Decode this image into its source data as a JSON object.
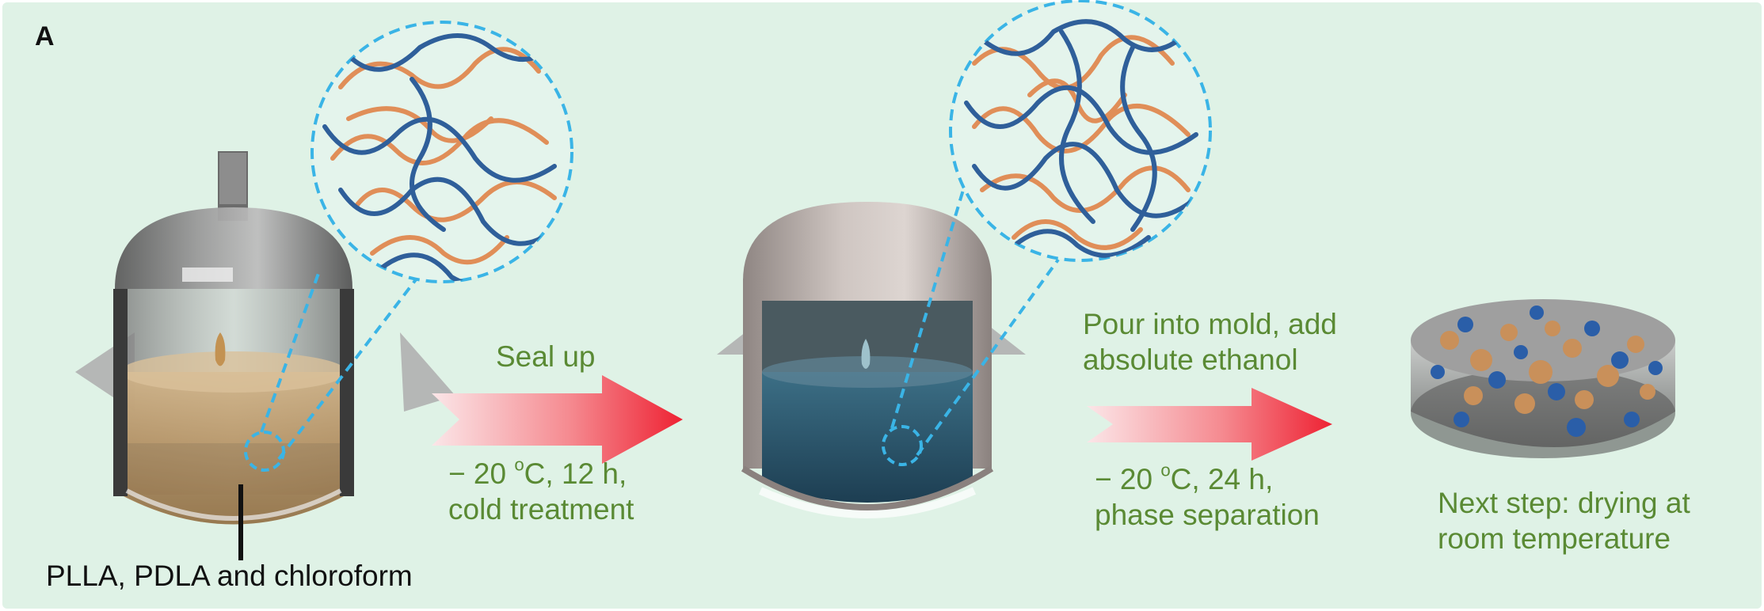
{
  "panel_label": "A",
  "solution_label": "PLLA, PDLA and chloroform",
  "step1": {
    "top": "Seal up",
    "bottom_temp_prefix": "− 20 ",
    "bottom_temp_sup": "o",
    "bottom_temp_suffix": "C, 12 h,",
    "bottom_line2": "cold treatment"
  },
  "step2": {
    "top_line1": "Pour into mold, add",
    "top_line2": "absolute ethanol",
    "bottom_temp_prefix": "− 20 ",
    "bottom_temp_sup": "o",
    "bottom_temp_suffix": "C, 24 h,",
    "bottom_line2": "phase separation"
  },
  "next_step": {
    "line1": "Next step: drying at",
    "line2": "room temperature"
  },
  "colors": {
    "background": "#dff2e6",
    "label_green": "#5a8a34",
    "arrow_red": "#ef2b3a",
    "zoom_dash": "#3ab4e6",
    "chain_orange": "#e08e58",
    "chain_blue": "#2f5f9a",
    "solution_amber": "#b98d55",
    "solution_blue": "#2b5a6e"
  },
  "icons": [
    "reactor-vessel-icon",
    "sealed-vessel-icon",
    "zoom-circle-icon",
    "process-arrow-icon",
    "aerogel-disc-icon"
  ]
}
